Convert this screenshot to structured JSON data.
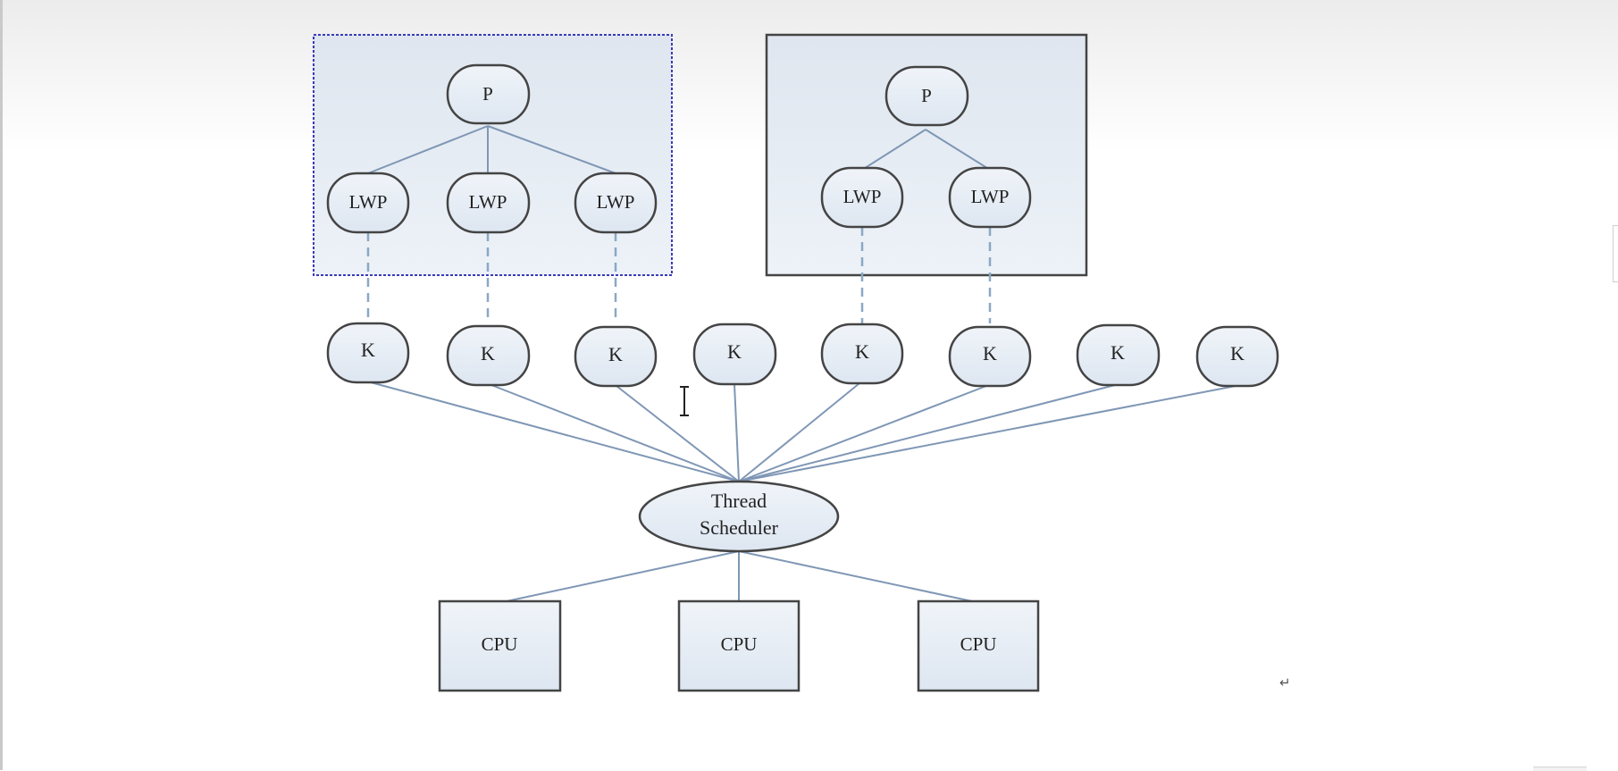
{
  "diagram": {
    "process_label": "P",
    "lwp_label": "LWP",
    "kernel_thread_label": "K",
    "scheduler_label_line1": "Thread",
    "scheduler_label_line2": "Scheduler",
    "cpu_label": "CPU",
    "paragraph_mark": "↵"
  },
  "colors": {
    "node_fill": "#e6edf6",
    "node_stroke": "#444444",
    "edge": "#7f97b5",
    "dashed_edge": "#8aa8c4",
    "group_border_left": "#3a3ab8",
    "group_border_right": "#444444"
  },
  "icons": {
    "cursor": "i-beam-cursor-icon"
  }
}
